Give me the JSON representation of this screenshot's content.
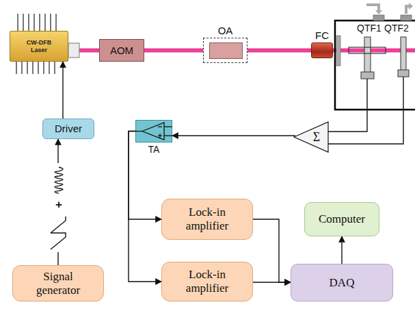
{
  "diagram": {
    "nodes": [
      {
        "text": [
          "CW-DFB Laser"
        ]
      },
      {
        "text": [
          "AOM"
        ]
      },
      {
        "text": [
          "OA"
        ]
      },
      {
        "text": [
          "FC"
        ]
      },
      {
        "text": [
          "Driver"
        ]
      },
      {
        "text": [
          "TA"
        ]
      },
      {
        "text": [
          "Σ"
        ]
      },
      {
        "text": [
          "Signal generator"
        ]
      },
      {
        "text": [
          "Lock-in amplifier"
        ]
      },
      {
        "text": [
          "Computer"
        ]
      },
      {
        "text": [
          "Lock-in amplifier"
        ]
      },
      {
        "text": [
          "DAQ"
        ]
      }
    ],
    "edges": [
      {
        "from": 0,
        "to": 1,
        "arrow": "none"
      },
      {
        "from": 1,
        "to": 2,
        "arrow": "none"
      },
      {
        "from": 2,
        "to": 3,
        "arrow": "none"
      },
      {
        "from": 4,
        "to": 0,
        "arrow": "to"
      },
      {
        "from": 7,
        "to": 4,
        "arrow": "to"
      },
      {
        "from": 6,
        "to": 5,
        "arrow": "to"
      },
      {
        "from": 5,
        "to": 8,
        "arrow": "to"
      },
      {
        "from": 5,
        "to": 10,
        "arrow": "to"
      },
      {
        "from": 8,
        "to": 11,
        "arrow": "to"
      },
      {
        "from": 10,
        "to": 11,
        "arrow": "to"
      },
      {
        "from": 11,
        "to": 9,
        "arrow": "to"
      }
    ],
    "labels": [
      "QTF1",
      "QTF2",
      "+"
    ]
  }
}
